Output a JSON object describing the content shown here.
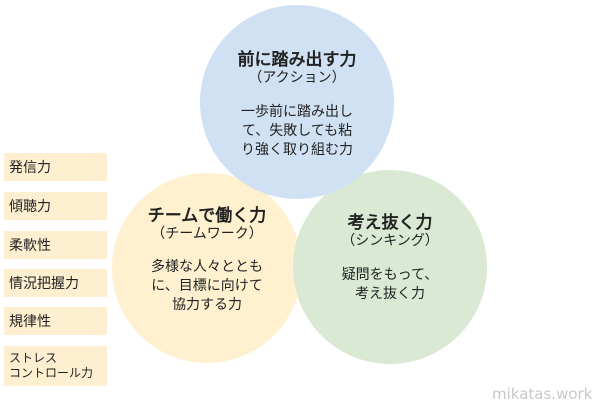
{
  "circles": {
    "action": {
      "title": "前に踏み出す力",
      "subtitle": "（アクション）",
      "body": "一歩前に踏み出し\nて、失敗しても粘\nり強く取り組む力",
      "color": "#cfe1f2"
    },
    "team": {
      "title": "チームで働く力",
      "subtitle": "（チームワーク）",
      "body": "多様な人々ととも\nに、目標に向けて\n協力する力",
      "color": "#fff1cf"
    },
    "think": {
      "title": "考え抜く力",
      "subtitle": "（シンキング）",
      "body": "疑問をもって、\n考え抜く力",
      "color": "#d9e9d4"
    }
  },
  "skills": [
    "発信力",
    "傾聴力",
    "柔軟性",
    "情況把握力",
    "規律性",
    "ストレス\nコントロール力"
  ],
  "watermark": "mikatas.work"
}
